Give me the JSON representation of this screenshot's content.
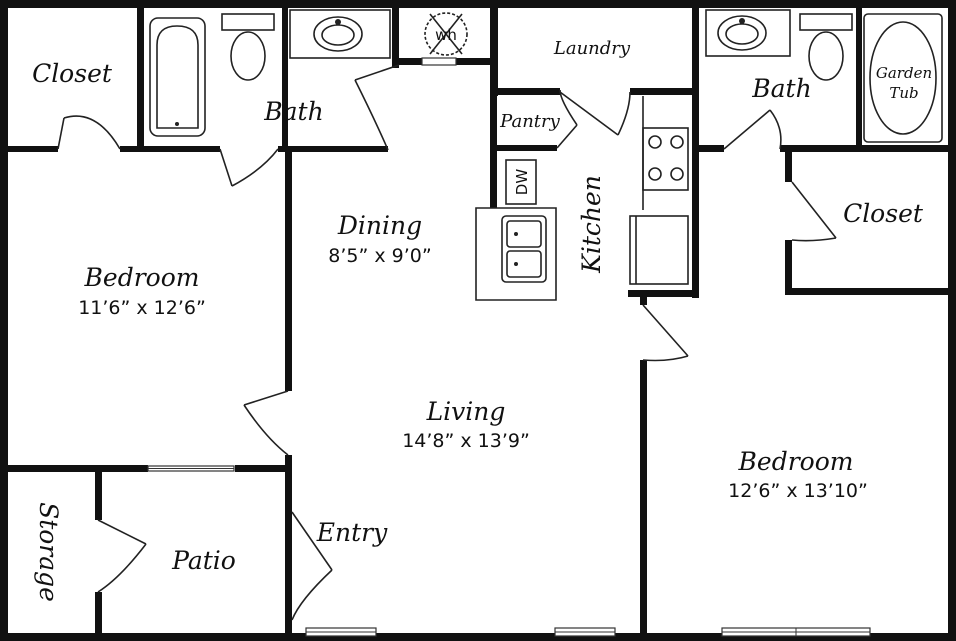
{
  "rooms": {
    "closet_left": {
      "name": "Closet"
    },
    "bath_left": {
      "name": "Bath"
    },
    "laundry": {
      "name": "Laundry"
    },
    "pantry": {
      "name": "Pantry"
    },
    "bath_right": {
      "name": "Bath"
    },
    "garden_tub": {
      "line1": "Garden",
      "line2": "Tub"
    },
    "dining": {
      "name": "Dining",
      "dims": "8’5” x 9’0”"
    },
    "kitchen": {
      "name": "Kitchen"
    },
    "closet_right": {
      "name": "Closet"
    },
    "bedroom_left": {
      "name": "Bedroom",
      "dims": "11’6” x 12’6”"
    },
    "living": {
      "name": "Living",
      "dims": "14’8” x 13’9”"
    },
    "bedroom_right": {
      "name": "Bedroom",
      "dims": "12’6” x 13’10”"
    },
    "storage": {
      "name": "Storage"
    },
    "patio": {
      "name": "Patio"
    },
    "entry": {
      "name": "Entry"
    }
  },
  "fixtures": {
    "water_heater": "wh",
    "dishwasher": "DW"
  }
}
